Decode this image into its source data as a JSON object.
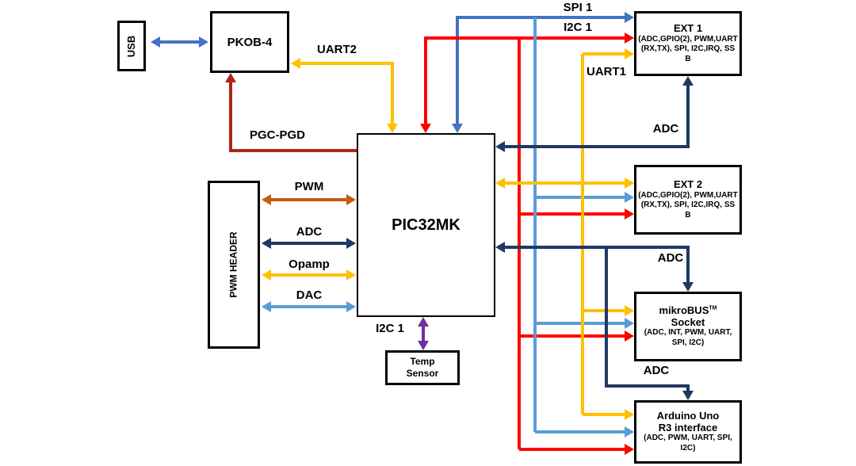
{
  "colors": {
    "royal": "#4472c4",
    "lblue": "#5b9bd5",
    "gold": "#ffc000",
    "red": "#fe0000",
    "dred": "#b02418",
    "navy": "#1f3864",
    "brown": "#c55a11",
    "purple": "#7030a0"
  },
  "boxes": {
    "usb": {
      "label": "USB"
    },
    "pkob": {
      "label": "PKOB-4"
    },
    "pwm_header": {
      "label": "PWM HEADER"
    },
    "mcu": {
      "label": "PIC32MK"
    },
    "temp": {
      "line1": "Temp",
      "line2": "Sensor"
    },
    "ext1": {
      "title": "EXT 1",
      "detail": "(ADC,GPIO(2), PWM,UART (RX,TX), SPI, I2C,IRQ, SS B"
    },
    "ext2": {
      "title": "EXT 2",
      "detail": "(ADC,GPIO(2), PWM,UART (RX,TX), SPI, I2C,IRQ, SS B"
    },
    "mikrobus": {
      "title1": "mikroBUS",
      "tm": "TM",
      "title2": "Socket",
      "detail": "(ADC, INT, PWM, UART, SPI, I2C)"
    },
    "arduino": {
      "title1": "Arduino Uno",
      "title2": "R3 interface",
      "detail": "(ADC, PWM, UART, SPI, I2C)"
    }
  },
  "labels": {
    "uart2": "UART2",
    "pgc": "PGC-PGD",
    "pwm": "PWM",
    "adc_left": "ADC",
    "opamp": "Opamp",
    "dac": "DAC",
    "i2c_temp": "I2C 1",
    "spi1": "SPI 1",
    "i2c1": "I2C 1",
    "uart1": "UART1",
    "adc_ext1": "ADC",
    "adc_mikrobus": "ADC",
    "adc_arduino": "ADC"
  }
}
